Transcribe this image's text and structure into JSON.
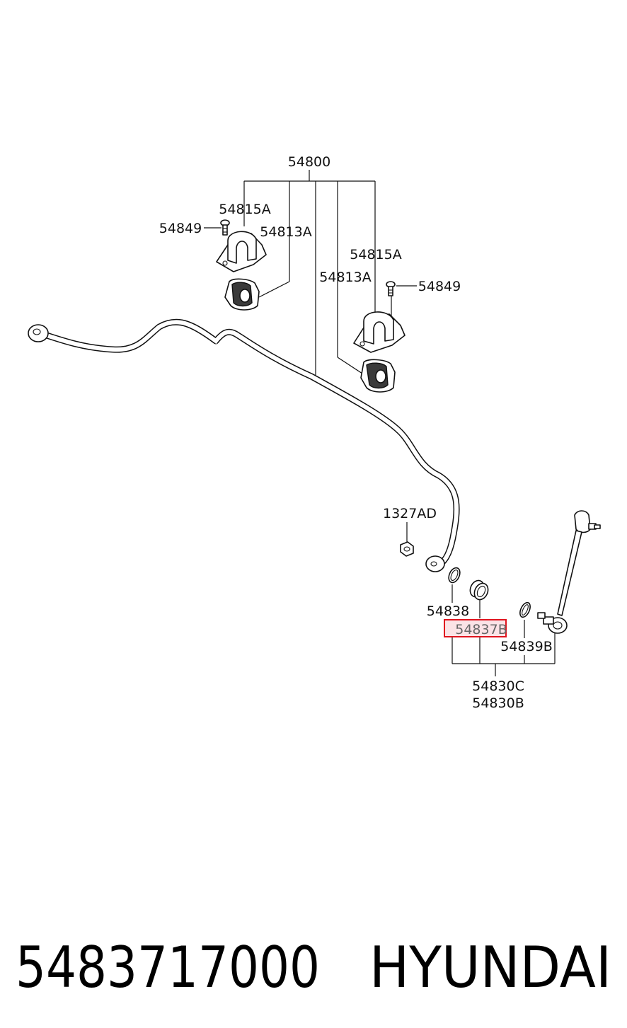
{
  "part_labels": {
    "assembly": "54800",
    "clamp_left": "54815A",
    "bolt_left": "54849",
    "bushing_left": "54813A",
    "clamp_right": "54815A",
    "bushing_right": "54813A",
    "bolt_right": "54849",
    "nut": "1327AD",
    "washer": "54838",
    "dust_cover": "54837B",
    "ring": "54839B",
    "link_assembly_1": "54830C",
    "link_assembly_2": "54830B"
  },
  "highlight": {
    "color": "#e0141e",
    "fill": "#fbe3e6"
  },
  "footer": {
    "part_number": "5483717000",
    "brand": "HYUNDAI"
  }
}
